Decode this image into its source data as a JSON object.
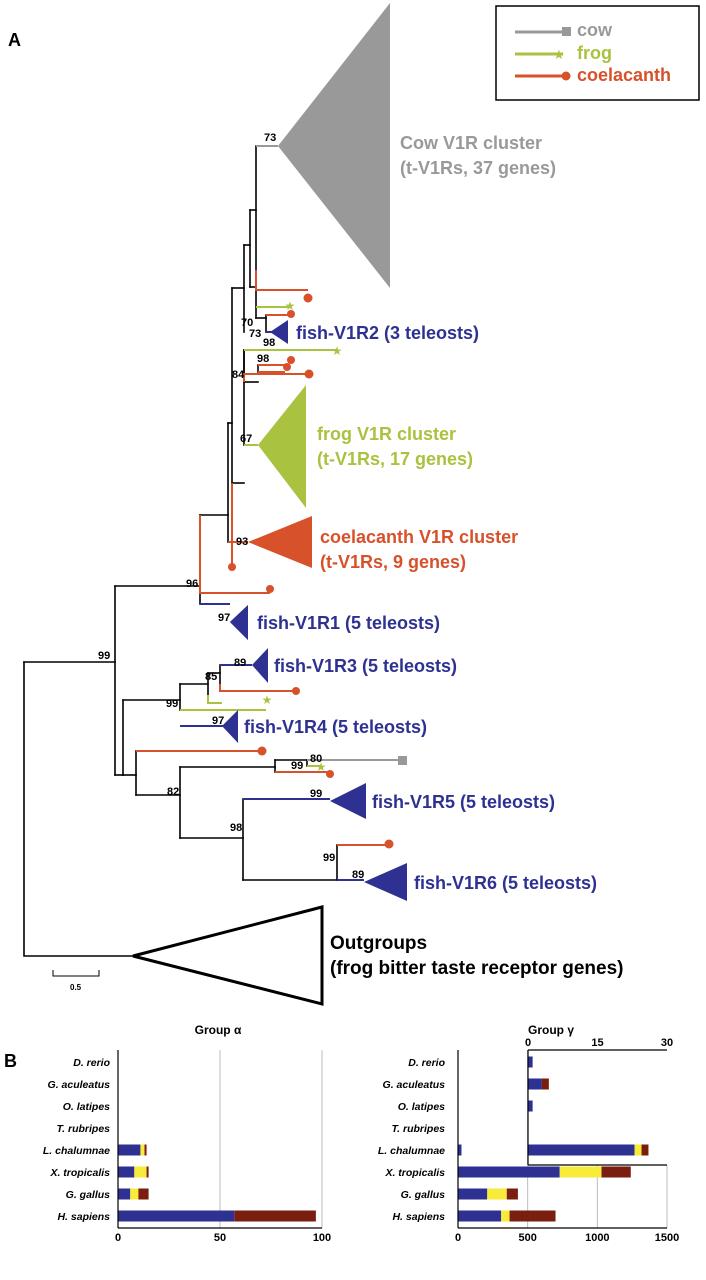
{
  "panel_a": {
    "label": "A",
    "legend": {
      "items": [
        {
          "label": "cow",
          "color": "#999999"
        },
        {
          "label": "frog",
          "color": "#a9c23f"
        },
        {
          "label": "coelacanth",
          "color": "#d7512a"
        }
      ]
    },
    "clusters": {
      "cow": {
        "line1": "Cow V1R cluster",
        "line2": "(t-V1Rs, 37 genes)"
      },
      "fish_v1r2": "fish-V1R2 (3 teleosts)",
      "frog": {
        "line1": "frog V1R cluster",
        "line2": "(t-V1Rs, 17 genes)"
      },
      "coelacanth": {
        "line1": "coelacanth V1R cluster",
        "line2": "(t-V1Rs, 9 genes)"
      },
      "fish_v1r1": "fish-V1R1 (5 teleosts)",
      "fish_v1r3": "fish-V1R3 (5 teleosts)",
      "fish_v1r4": "fish-V1R4 (5 teleosts)",
      "fish_v1r5": "fish-V1R5 (5 teleosts)",
      "fish_v1r6": "fish-V1R6 (5 teleosts)",
      "outgroups": {
        "line1": "Outgroups",
        "line2": "(frog bitter taste receptor genes)"
      }
    },
    "bootstrap": {
      "b73a": "73",
      "b70": "70",
      "b73b": "73",
      "b98a": "98",
      "b98b": "98",
      "b84": "84",
      "b67": "67",
      "b93": "93",
      "b96": "96",
      "b97a": "97",
      "b99a": "99",
      "b89a": "89",
      "b85": "85",
      "b99b": "99",
      "b97b": "97",
      "b80": "80",
      "b99c": "99",
      "b82": "82",
      "b99d": "99",
      "b98c": "98",
      "b99e": "99",
      "b89b": "89"
    },
    "scale_bar": "0.5"
  },
  "panel_b": {
    "label": "B",
    "colors": {
      "blue": "#2e3192",
      "yellow": "#f7ec3a",
      "brown": "#7b1e12"
    },
    "species": [
      "D. rerio",
      "G. aculeatus",
      "O. latipes",
      "T. rubripes",
      "L. chalumnae",
      "X. tropicalis",
      "G. gallus",
      "H. sapiens"
    ]
  },
  "chart_data": [
    {
      "type": "bar",
      "title": "Group α",
      "orientation": "horizontal",
      "stacked": true,
      "categories": [
        "D. rerio",
        "G. aculeatus",
        "O. latipes",
        "T. rubripes",
        "L. chalumnae",
        "X. tropicalis",
        "G. gallus",
        "H. sapiens"
      ],
      "xlim": [
        0,
        100
      ],
      "xticks": [
        "0",
        "50",
        "100"
      ],
      "grid": true,
      "series": [
        {
          "color": "#2e3192",
          "values": [
            0,
            0,
            0,
            0,
            11,
            8,
            6,
            57
          ]
        },
        {
          "color": "#f7ec3a",
          "values": [
            0,
            0,
            0,
            0,
            2,
            6,
            4,
            0
          ]
        },
        {
          "color": "#7b1e12",
          "values": [
            0,
            0,
            0,
            0,
            1,
            1,
            5,
            40
          ]
        }
      ]
    },
    {
      "type": "bar",
      "title": "Group γ",
      "orientation": "horizontal",
      "stacked": true,
      "categories": [
        "D. rerio",
        "G. aculeatus",
        "O. latipes",
        "T. rubripes",
        "L. chalumnae",
        "X. tropicalis",
        "G. gallus",
        "H. sapiens"
      ],
      "xlim": [
        0,
        1500
      ],
      "xticks": [
        "0",
        "500",
        "1000",
        "1500"
      ],
      "grid": true,
      "series": [
        {
          "color": "#2e3192",
          "values": [
            0,
            0,
            0,
            0,
            25,
            730,
            210,
            310
          ]
        },
        {
          "color": "#f7ec3a",
          "values": [
            0,
            0,
            0,
            0,
            0,
            300,
            140,
            60
          ]
        },
        {
          "color": "#7b1e12",
          "values": [
            0,
            0,
            0,
            0,
            0,
            210,
            80,
            330
          ]
        }
      ]
    },
    {
      "type": "bar",
      "title": "Group γ inset",
      "orientation": "horizontal",
      "stacked": true,
      "categories": [
        "D. rerio",
        "G. aculeatus",
        "O. latipes",
        "T. rubripes",
        "L. chalumnae"
      ],
      "xlim": [
        0,
        30
      ],
      "xticks": [
        "0",
        "15",
        "30"
      ],
      "series": [
        {
          "color": "#2e3192",
          "values": [
            1,
            3,
            1,
            0,
            23
          ]
        },
        {
          "color": "#f7ec3a",
          "values": [
            0,
            0,
            0,
            0,
            1.5
          ]
        },
        {
          "color": "#7b1e12",
          "values": [
            0,
            1.5,
            0,
            0,
            1.5
          ]
        }
      ]
    }
  ]
}
